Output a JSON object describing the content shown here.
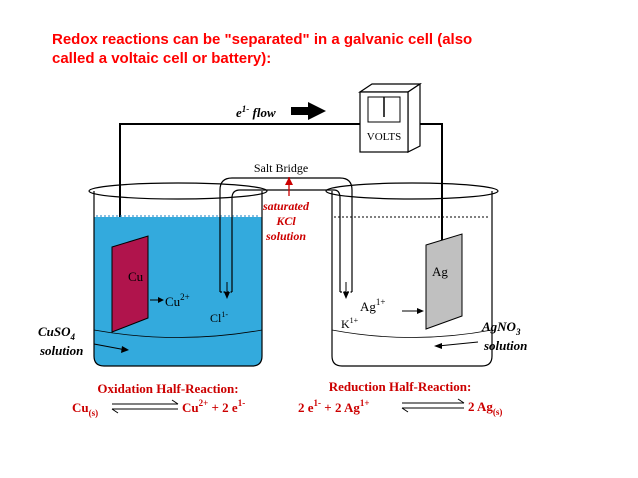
{
  "title": {
    "line1": "Redox reactions can be \"separated\" in a galvanic cell (also",
    "line2": "called a voltaic cell or battery):"
  },
  "diagram": {
    "electron_flow": {
      "base": "e",
      "sup": "1-",
      "label": " flow"
    },
    "voltmeter": {
      "label": "VOLTS"
    },
    "salt_bridge": {
      "label": "Salt Bridge",
      "contents": [
        "saturated",
        "KCl",
        "solution"
      ]
    },
    "left_beaker": {
      "electrode": "Cu",
      "ion": {
        "base": "Cu",
        "sup": "2+"
      },
      "bridge_ion": {
        "base": "Cl",
        "sup": "1-"
      },
      "solution": {
        "formula": "CuSO",
        "sub": "4",
        "label": "solution"
      },
      "solution_color": "#33aadd",
      "electrode_color": "#b0144c"
    },
    "right_beaker": {
      "electrode": "Ag",
      "ion": {
        "base": "Ag",
        "sup": "1+"
      },
      "bridge_ion": {
        "base": "K",
        "sup": "1+"
      },
      "solution": {
        "formula": "AgNO",
        "sub": "3",
        "label": "solution"
      },
      "electrode_color": "#c0c0c0"
    },
    "oxidation": {
      "title": "Oxidation Half-Reaction:",
      "lhs": {
        "base": "Cu",
        "sub": "(s)"
      },
      "rhs": [
        {
          "base": "Cu",
          "sup": "2+"
        },
        {
          "text": " + 2 e"
        },
        {
          "sup": "1-"
        }
      ]
    },
    "reduction": {
      "title": "Reduction Half-Reaction:",
      "lhs": [
        {
          "text": "2 e"
        },
        {
          "sup": "1-"
        },
        {
          "text": " + 2 Ag"
        },
        {
          "sup": "1+"
        }
      ],
      "rhs": {
        "base": "2 Ag",
        "sub": "(s)"
      }
    },
    "colors": {
      "red": "#cc0000",
      "black": "#000000",
      "blue_solution": "#33aadd"
    }
  }
}
